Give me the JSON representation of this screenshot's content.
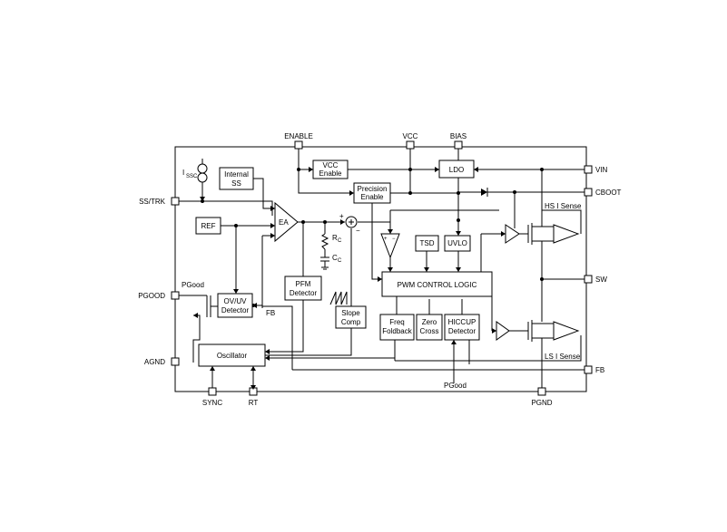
{
  "pins": {
    "enable": "ENABLE",
    "vcc": "VCC",
    "bias": "BIAS",
    "vin": "VIN",
    "cboot": "CBOOT",
    "ss_trk": "SS/TRK",
    "sw": "SW",
    "pgood": "PGOOD",
    "agnd": "AGND",
    "fb": "FB",
    "sync": "SYNC",
    "rt": "RT",
    "pgnd": "PGND"
  },
  "blocks": {
    "internal_ss": [
      "Internal",
      "SS"
    ],
    "vcc_enable": [
      "VCC",
      "Enable"
    ],
    "ldo": "LDO",
    "precision_enable": [
      "Precision",
      "Enable"
    ],
    "ref": "REF",
    "ea": "EA",
    "tsd": "TSD",
    "uvlo": "UVLO",
    "pwm_control_logic": "PWM CONTROL LOGIC",
    "pfm_detector": [
      "PFM",
      "Detector"
    ],
    "ov_uv_detector": [
      "OV/UV",
      "Detector"
    ],
    "slope_comp": [
      "Slope",
      "Comp"
    ],
    "freq_foldback": [
      "Freq",
      "Foldback"
    ],
    "zero_cross": [
      "Zero",
      "Cross"
    ],
    "hiccup_detector": [
      "HICCUP",
      "Detector"
    ],
    "oscillator": "Oscillator"
  },
  "labels": {
    "issc_main": "I",
    "issc_sub": "SSC",
    "rc_main": "R",
    "rc_sub": "C",
    "cc_main": "C",
    "cc_sub": "C",
    "hs_sense": "HS I Sense",
    "ls_sense": "LS I Sense",
    "pgood_internal": "PGood",
    "pgood_bottom": "PGood",
    "fb_internal": "FB",
    "plus": "+",
    "minus": "−",
    "comp_plus": "+",
    "comp_minus": "−"
  }
}
